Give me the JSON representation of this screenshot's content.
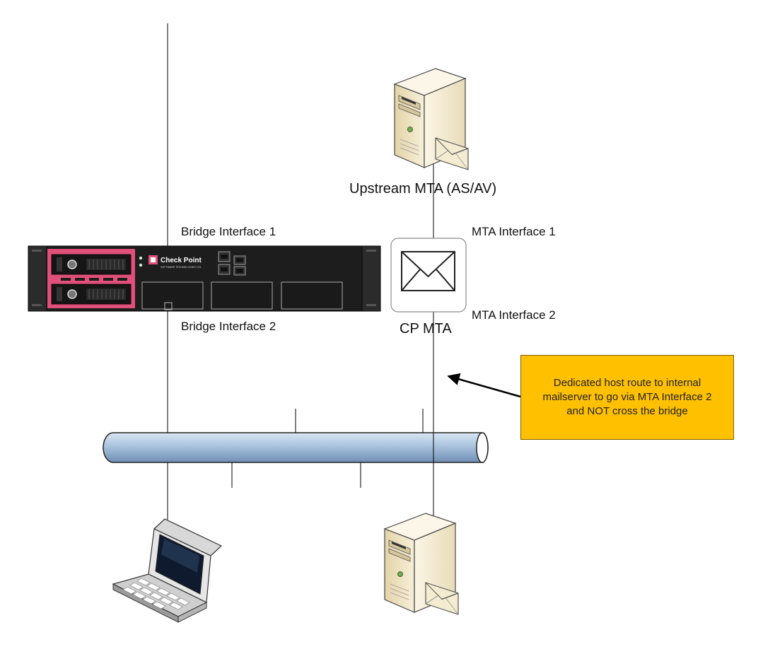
{
  "labels": {
    "upstream_mta": "Upstream MTA (AS/AV)",
    "bridge_interface_1": "Bridge Interface 1",
    "bridge_interface_2": "Bridge Interface 2",
    "mta_interface_1": "MTA Interface 1",
    "mta_interface_2": "MTA Interface 2",
    "cp_mta": "CP MTA",
    "appliance_brand": "Check Point",
    "appliance_brand_sub": "SOFTWARE TECHNOLOGIES LTD."
  },
  "callout": {
    "text": "Dedicated host route to internal mailserver to go via MTA Interface 2 and NOT cross the bridge"
  },
  "colors": {
    "callout_fill": "#ffc000",
    "pipe_fill": "#b7cfe6",
    "appliance_body": "#1a1a1a",
    "appliance_panel": "#e0507a",
    "server_body": "#efe3c2"
  },
  "icons": {
    "upstream_server": "mail-server-icon",
    "internal_server": "mail-server-icon",
    "laptop": "laptop-icon",
    "cp_mta": "envelope-icon",
    "gateway": "check-point-appliance-icon"
  }
}
